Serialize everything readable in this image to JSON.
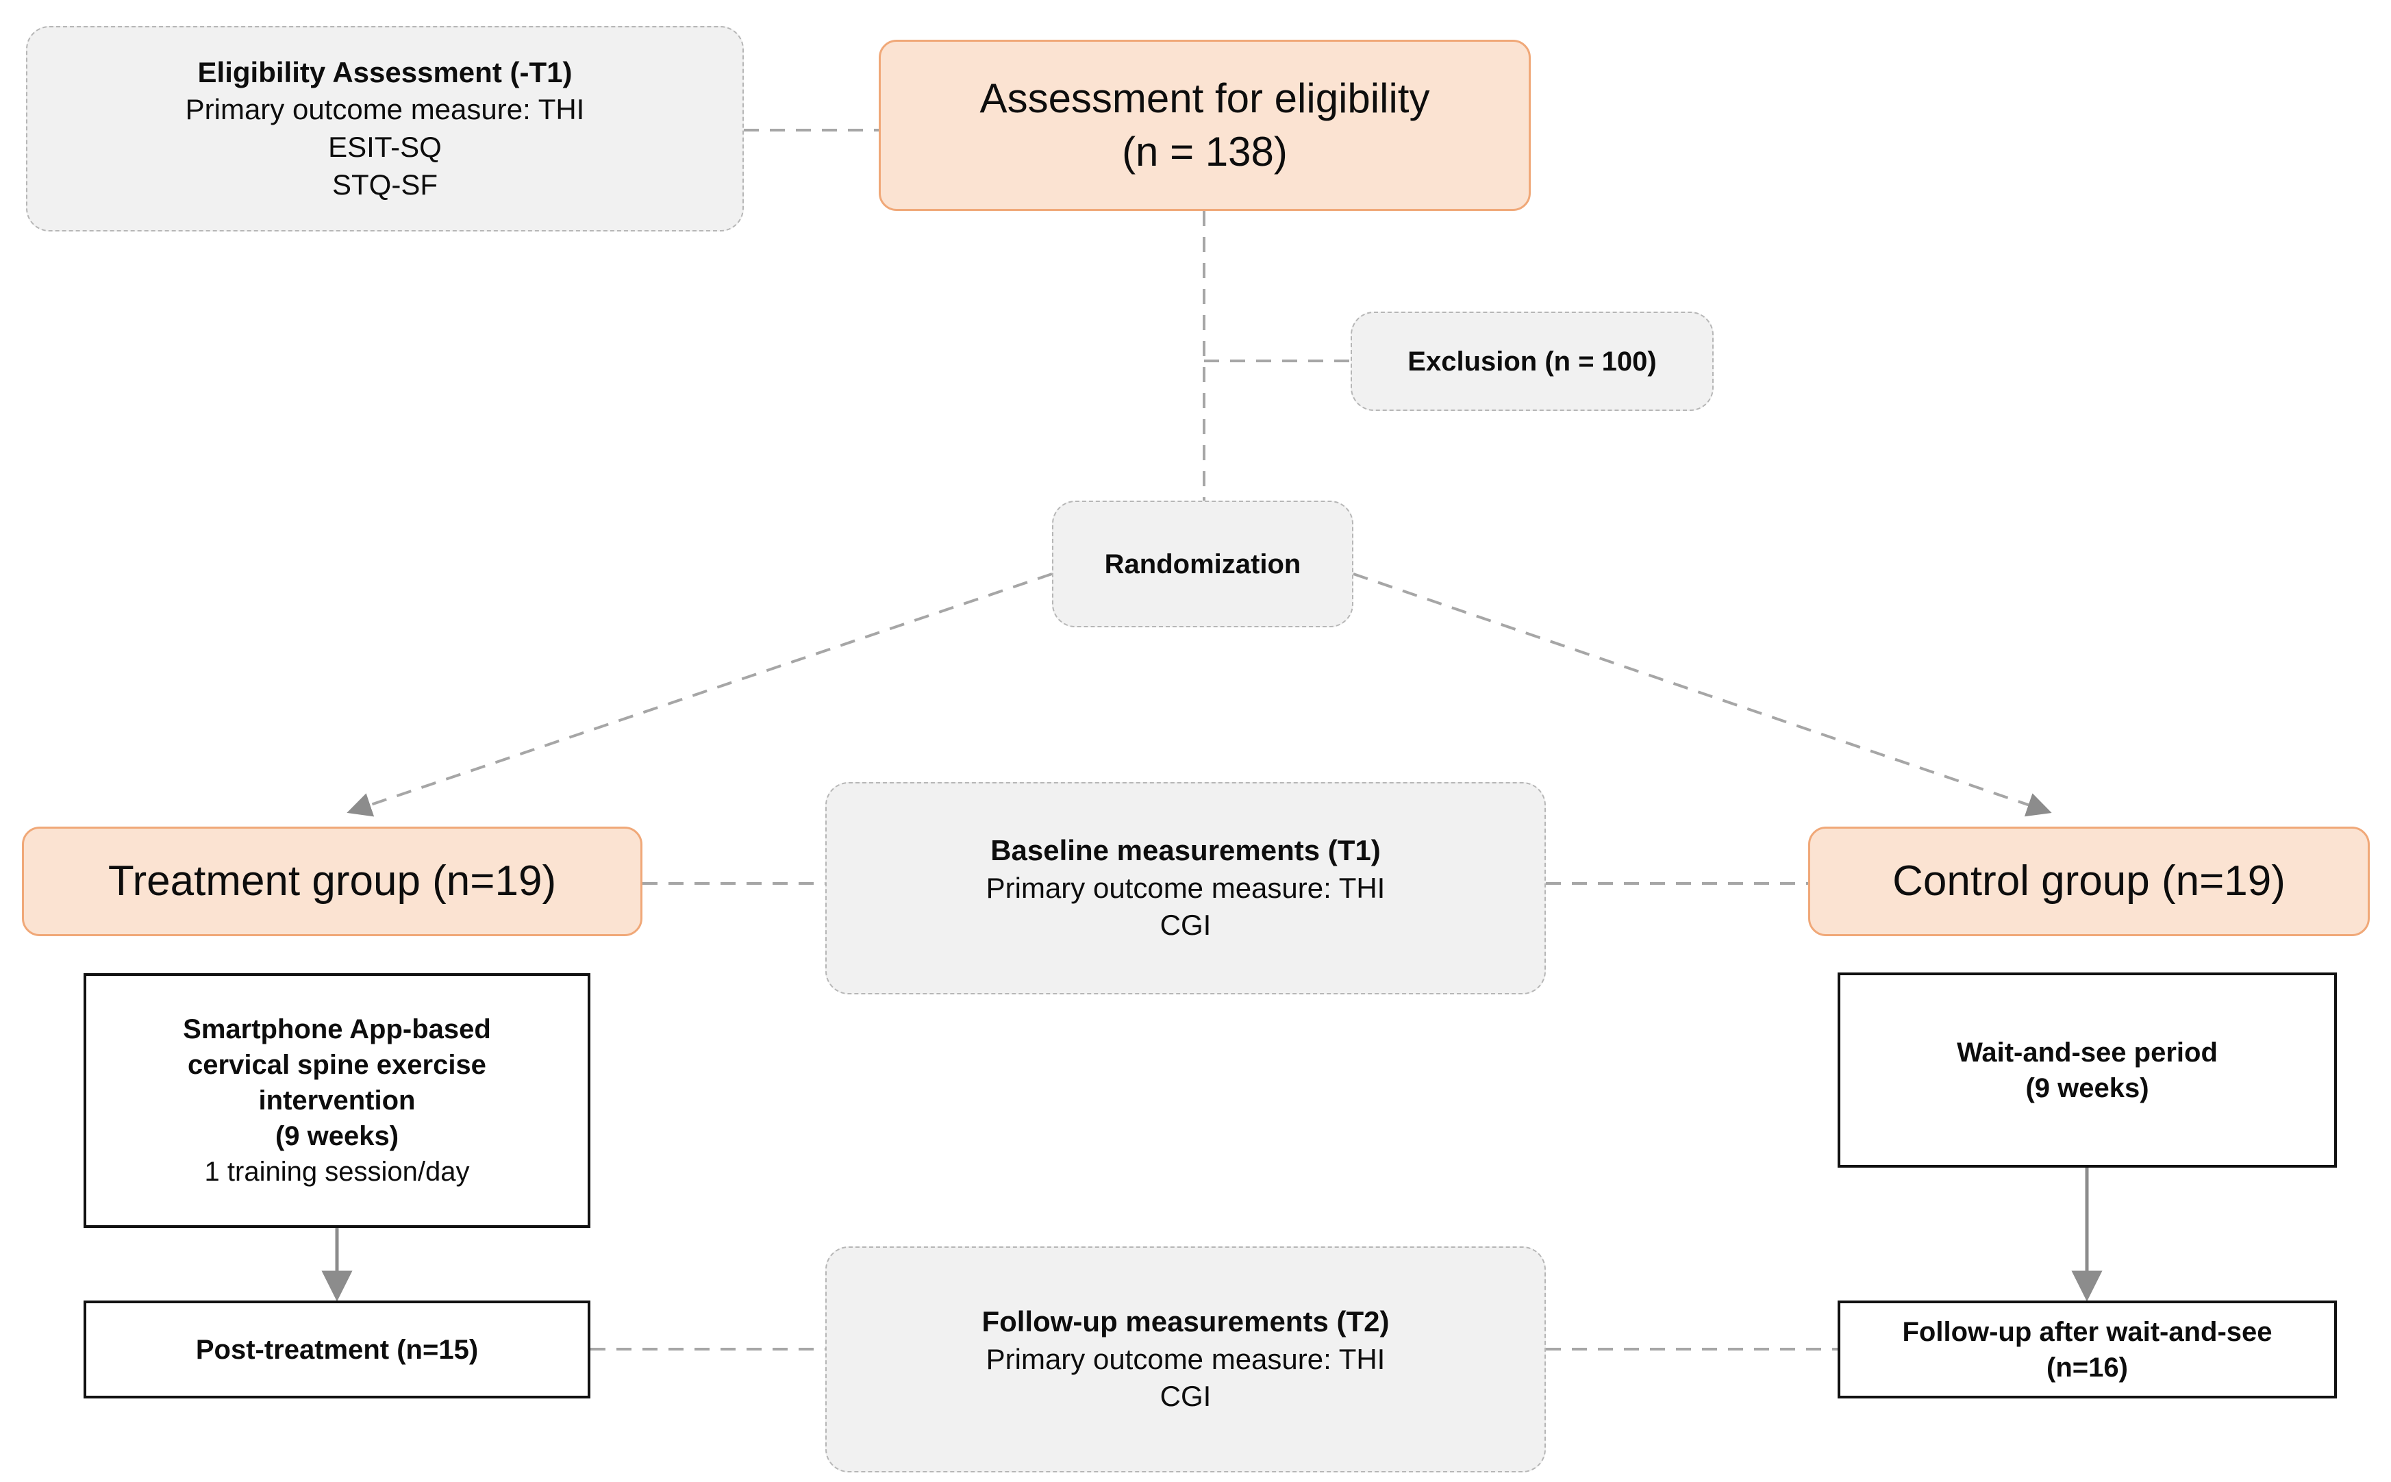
{
  "diagram": {
    "title": "CONSORT-style participant flow diagram",
    "colors": {
      "peach_fill": "#fbe3d2",
      "peach_border": "#f0a878",
      "grey_fill": "#f1f1f1",
      "grey_border": "#b6b6b6",
      "plain_border": "#111111",
      "connector": "#a6a6a6",
      "arrow": "#808080",
      "text": "#0d0d0d"
    },
    "nodes": [
      {
        "id": "eligibility-assessment",
        "style": "grey-dashed-rounded",
        "lines": [
          {
            "text": "Eligibility Assessment (-T1)",
            "bold": true
          },
          {
            "text": "Primary outcome measure: THI",
            "bold": false
          },
          {
            "text": "ESIT-SQ",
            "bold": false
          },
          {
            "text": "STQ-SF",
            "bold": false
          }
        ]
      },
      {
        "id": "assessment-eligibility",
        "style": "peach-rounded",
        "lines": [
          {
            "text": "Assessment for eligibility",
            "bold": false
          },
          {
            "text": "(n = 138)",
            "bold": false
          }
        ]
      },
      {
        "id": "exclusion",
        "style": "grey-dashed-rounded",
        "lines": [
          {
            "text": "Exclusion (n = 100)",
            "bold": true
          }
        ]
      },
      {
        "id": "randomization",
        "style": "grey-dashed-rounded",
        "lines": [
          {
            "text": "Randomization",
            "bold": true
          }
        ]
      },
      {
        "id": "treatment-group",
        "style": "peach-rounded",
        "lines": [
          {
            "text": "Treatment group (n=19)",
            "bold": false
          }
        ]
      },
      {
        "id": "baseline-measurements",
        "style": "grey-dashed-rounded",
        "lines": [
          {
            "text": "Baseline measurements (T1)",
            "bold": true
          },
          {
            "text": "Primary outcome measure: THI",
            "bold": false
          },
          {
            "text": "CGI",
            "bold": false
          }
        ]
      },
      {
        "id": "control-group",
        "style": "peach-rounded",
        "lines": [
          {
            "text": "Control group (n=19)",
            "bold": false
          }
        ]
      },
      {
        "id": "intervention",
        "style": "plain-box",
        "lines": [
          {
            "text": "Smartphone App-based",
            "bold": true
          },
          {
            "text": "cervical spine exercise",
            "bold": true
          },
          {
            "text": "intervention",
            "bold": true
          },
          {
            "text": "(9 weeks)",
            "bold": true
          },
          {
            "text": "1 training session/day",
            "bold": false
          }
        ]
      },
      {
        "id": "wait-and-see",
        "style": "plain-box",
        "lines": [
          {
            "text": "Wait-and-see period",
            "bold": true
          },
          {
            "text": "(9 weeks)",
            "bold": true
          }
        ]
      },
      {
        "id": "post-treatment",
        "style": "plain-box",
        "lines": [
          {
            "text": "Post-treatment (n=15)",
            "bold": true
          }
        ]
      },
      {
        "id": "followup-measurements",
        "style": "grey-dashed-rounded",
        "lines": [
          {
            "text": "Follow-up measurements (T2)",
            "bold": true
          },
          {
            "text": "Primary outcome measure: THI",
            "bold": false
          },
          {
            "text": "CGI",
            "bold": false
          }
        ]
      },
      {
        "id": "followup-wait-and-see",
        "style": "plain-box",
        "lines": [
          {
            "text": "Follow-up after wait-and-see",
            "bold": true
          },
          {
            "text": "(n=16)",
            "bold": true
          }
        ]
      }
    ],
    "edges": [
      {
        "from": "eligibility-assessment",
        "to": "assessment-eligibility",
        "kind": "dashed",
        "arrow": false
      },
      {
        "from": "assessment-eligibility",
        "to": "exclusion",
        "kind": "dashed",
        "arrow": false
      },
      {
        "from": "assessment-eligibility",
        "to": "randomization",
        "kind": "dashed",
        "arrow": false
      },
      {
        "from": "randomization",
        "to": "treatment-group",
        "kind": "dashed",
        "arrow": true
      },
      {
        "from": "randomization",
        "to": "control-group",
        "kind": "dashed",
        "arrow": true
      },
      {
        "from": "treatment-group",
        "to": "baseline-measurements",
        "kind": "dashed",
        "arrow": false
      },
      {
        "from": "baseline-measurements",
        "to": "control-group",
        "kind": "dashed",
        "arrow": false
      },
      {
        "from": "intervention",
        "to": "post-treatment",
        "kind": "solid",
        "arrow": true
      },
      {
        "from": "wait-and-see",
        "to": "followup-wait-and-see",
        "kind": "solid",
        "arrow": true
      },
      {
        "from": "post-treatment",
        "to": "followup-measurements",
        "kind": "dashed",
        "arrow": false
      },
      {
        "from": "followup-measurements",
        "to": "followup-wait-and-see",
        "kind": "dashed",
        "arrow": false
      }
    ]
  }
}
